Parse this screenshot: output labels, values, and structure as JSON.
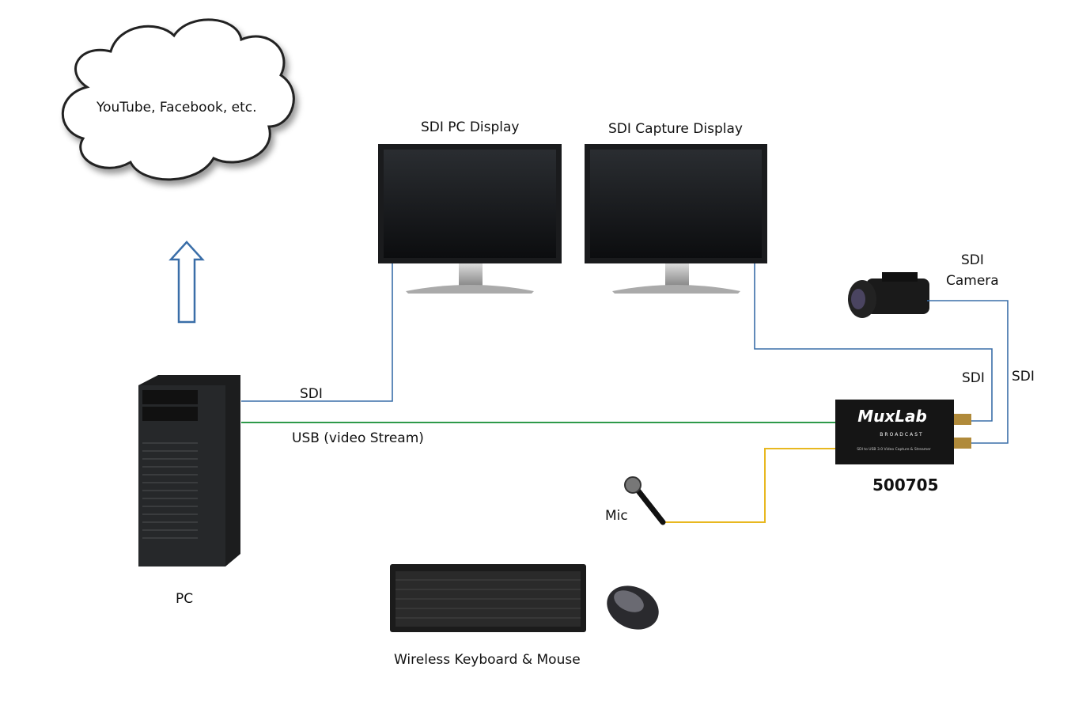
{
  "cloud": {
    "label": "YouTube, Facebook, etc."
  },
  "displays": [
    {
      "label": "SDI PC Display"
    },
    {
      "label": "SDI Capture Display"
    }
  ],
  "camera": {
    "label_line1": "SDI",
    "label_line2": "Camera"
  },
  "pc": {
    "label": "PC"
  },
  "connections": {
    "sdi_pc": "SDI",
    "usb": "USB  (video Stream)",
    "sdi_capture": "SDI",
    "sdi_camera": "SDI"
  },
  "device": {
    "model": "500705",
    "brand": "MuxLab",
    "sub_brand": "BROADCAST",
    "caption": "SDI to USB 3.0 Video Capture & Streamer"
  },
  "mic": {
    "label": "Mic"
  },
  "peripherals": {
    "label": "Wireless Keyboard & Mouse"
  },
  "colors": {
    "sdi": "#3a6ea8",
    "usb": "#2e9a4a",
    "audio": "#e8b820",
    "arrow": "#3a6ea8"
  }
}
